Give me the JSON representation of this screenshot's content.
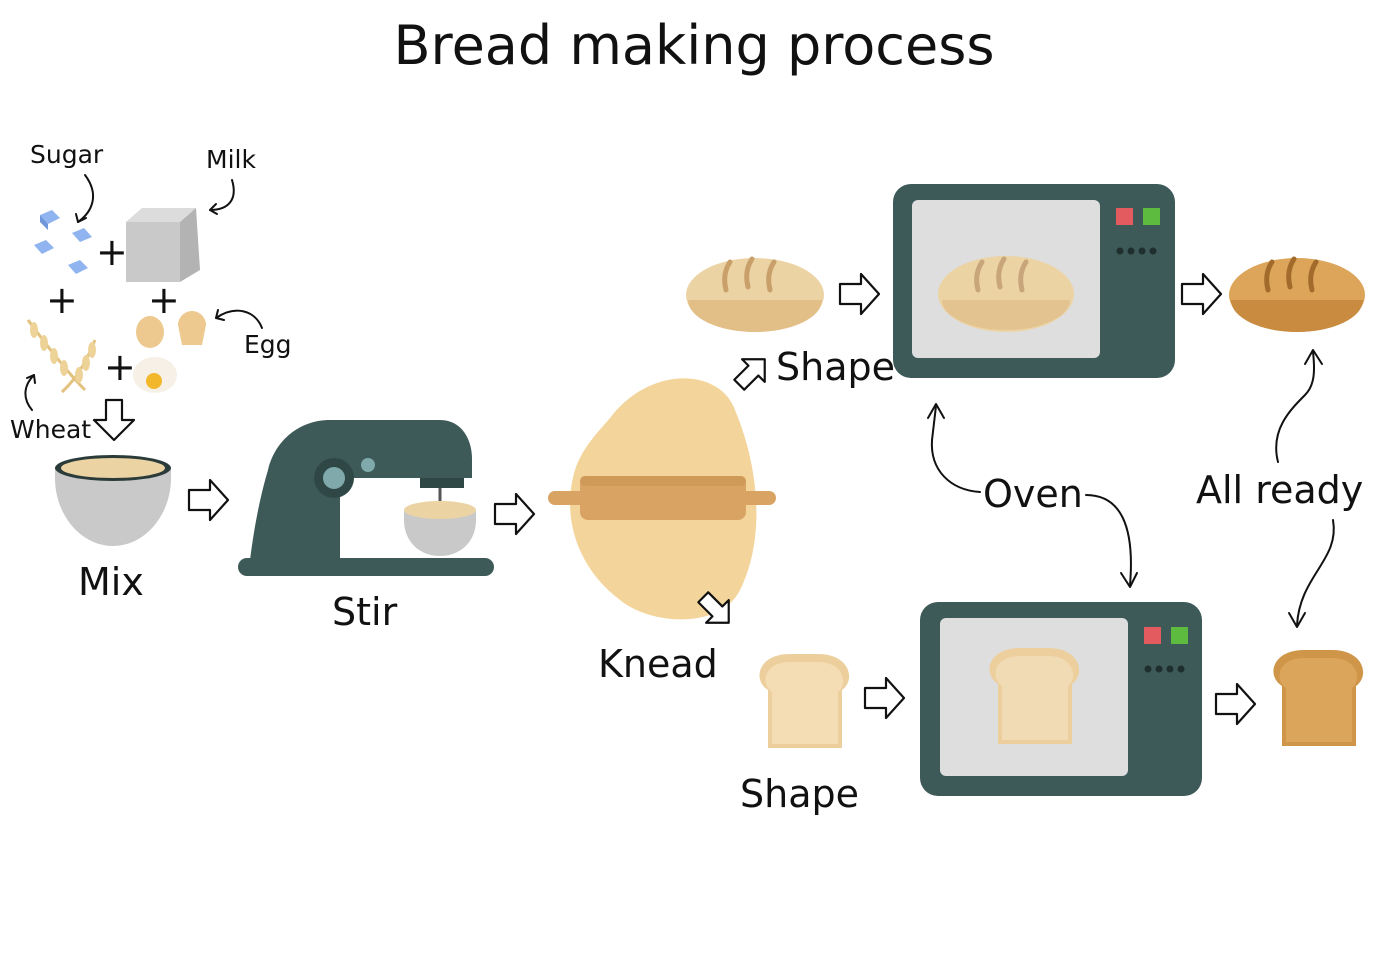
{
  "title": "Bread making process",
  "ingredients": {
    "sugar": "Sugar",
    "milk": "Milk",
    "egg": "Egg",
    "wheat": "Wheat",
    "plus": "+"
  },
  "steps": {
    "mix": "Mix",
    "stir": "Stir",
    "knead": "Knead",
    "shape_top": "Shape",
    "shape_bottom": "Shape",
    "oven": "Oven",
    "all_ready": "All ready"
  },
  "colors": {
    "appliance": "#3d5a58",
    "oven_window": "#d9d9d9",
    "dough": "#f3d49b",
    "rolling_pin": "#d9a463",
    "bread_raw": "#e8c48e",
    "bread_baked": "#d39b4e",
    "toast_raw": "#eccf9c",
    "toast_baked": "#cf9548",
    "bowl": "#c7c7c7",
    "milk_carton": "#c9c9c9",
    "sugar_cube": "#8fb4ef",
    "button_red": "#e35a5f",
    "button_green": "#5dbb3f"
  }
}
